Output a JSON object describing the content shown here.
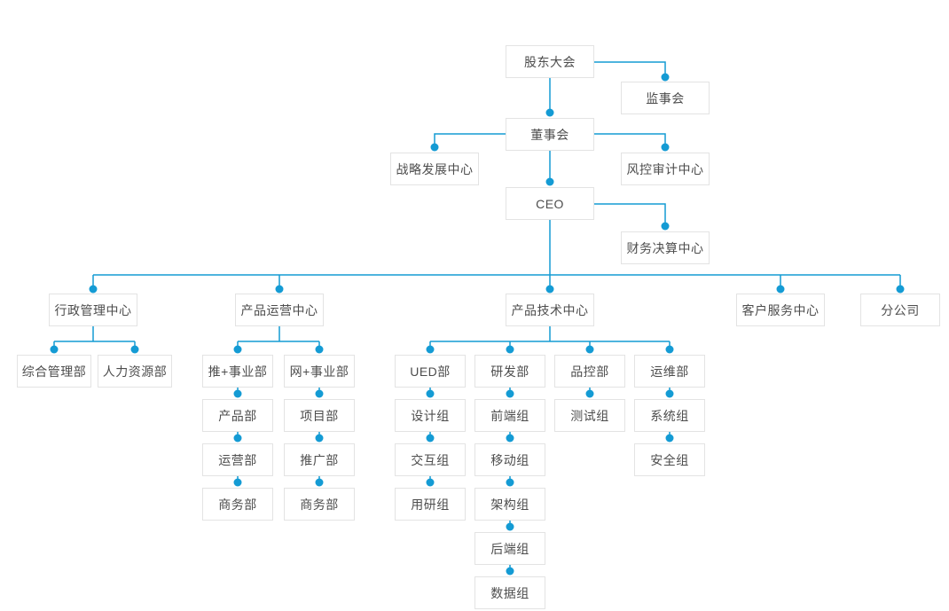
{
  "org_chart": {
    "style": {
      "line_color": "#149bd4",
      "dot_color": "#149bd4",
      "box_border_color": "#e3e3e3",
      "box_background": "#ffffff",
      "text_color": "#4d4d4d",
      "page_background": "#ffffff"
    },
    "nodes": {
      "shareholders": {
        "label": "股东大会"
      },
      "supervisory": {
        "label": "监事会"
      },
      "board": {
        "label": "董事会"
      },
      "strategy": {
        "label": "战略发展中心"
      },
      "risk": {
        "label": "风控审计中心"
      },
      "ceo": {
        "label": "CEO"
      },
      "finance": {
        "label": "财务决算中心"
      },
      "admin": {
        "label": "行政管理中心"
      },
      "product_ops": {
        "label": "产品运营中心"
      },
      "product_tech": {
        "label": "产品技术中心"
      },
      "customer_service": {
        "label": "客户服务中心"
      },
      "branch": {
        "label": "分公司"
      },
      "general_mgmt": {
        "label": "综合管理部"
      },
      "hr": {
        "label": "人力资源部"
      },
      "tui_division": {
        "label": "推+事业部"
      },
      "wang_division": {
        "label": "网+事业部"
      },
      "product_dept": {
        "label": "产品部"
      },
      "project_dept": {
        "label": "项目部"
      },
      "operations_dept": {
        "label": "运营部"
      },
      "promotion_dept": {
        "label": "推广部"
      },
      "business_dept_tui": {
        "label": "商务部"
      },
      "business_dept_wang": {
        "label": "商务部"
      },
      "ued": {
        "label": "UED部"
      },
      "rnd": {
        "label": "研发部"
      },
      "qc": {
        "label": "品控部"
      },
      "ops_maint": {
        "label": "运维部"
      },
      "design_team": {
        "label": "设计组"
      },
      "interaction_team": {
        "label": "交互组"
      },
      "user_research_team": {
        "label": "用研组"
      },
      "frontend_team": {
        "label": "前端组"
      },
      "mobile_team": {
        "label": "移动组"
      },
      "architecture_team": {
        "label": "架构组"
      },
      "backend_team": {
        "label": "后端组"
      },
      "data_team": {
        "label": "数据组"
      },
      "testing_team": {
        "label": "测试组"
      },
      "system_team": {
        "label": "系统组"
      },
      "security_team": {
        "label": "安全组"
      }
    },
    "hierarchy": {
      "id": "shareholders",
      "children": [
        {
          "id": "supervisory"
        },
        {
          "id": "board",
          "children": [
            {
              "id": "strategy"
            },
            {
              "id": "risk"
            },
            {
              "id": "ceo",
              "children": [
                {
                  "id": "finance"
                },
                {
                  "id": "admin",
                  "children": [
                    {
                      "id": "general_mgmt"
                    },
                    {
                      "id": "hr"
                    }
                  ]
                },
                {
                  "id": "product_ops",
                  "children": [
                    {
                      "id": "tui_division",
                      "children": [
                        {
                          "id": "product_dept",
                          "children": [
                            {
                              "id": "operations_dept",
                              "children": [
                                {
                                  "id": "business_dept_tui"
                                }
                              ]
                            }
                          ]
                        }
                      ]
                    },
                    {
                      "id": "wang_division",
                      "children": [
                        {
                          "id": "project_dept",
                          "children": [
                            {
                              "id": "promotion_dept",
                              "children": [
                                {
                                  "id": "business_dept_wang"
                                }
                              ]
                            }
                          ]
                        }
                      ]
                    }
                  ]
                },
                {
                  "id": "product_tech",
                  "children": [
                    {
                      "id": "ued",
                      "children": [
                        {
                          "id": "design_team",
                          "children": [
                            {
                              "id": "interaction_team",
                              "children": [
                                {
                                  "id": "user_research_team"
                                }
                              ]
                            }
                          ]
                        }
                      ]
                    },
                    {
                      "id": "rnd",
                      "children": [
                        {
                          "id": "frontend_team",
                          "children": [
                            {
                              "id": "mobile_team",
                              "children": [
                                {
                                  "id": "architecture_team",
                                  "children": [
                                    {
                                      "id": "backend_team",
                                      "children": [
                                        {
                                          "id": "data_team"
                                        }
                                      ]
                                    }
                                  ]
                                }
                              ]
                            }
                          ]
                        }
                      ]
                    },
                    {
                      "id": "qc",
                      "children": [
                        {
                          "id": "testing_team"
                        }
                      ]
                    },
                    {
                      "id": "ops_maint",
                      "children": [
                        {
                          "id": "system_team",
                          "children": [
                            {
                              "id": "security_team"
                            }
                          ]
                        }
                      ]
                    }
                  ]
                },
                {
                  "id": "customer_service"
                },
                {
                  "id": "branch"
                }
              ]
            }
          ]
        }
      ]
    }
  }
}
